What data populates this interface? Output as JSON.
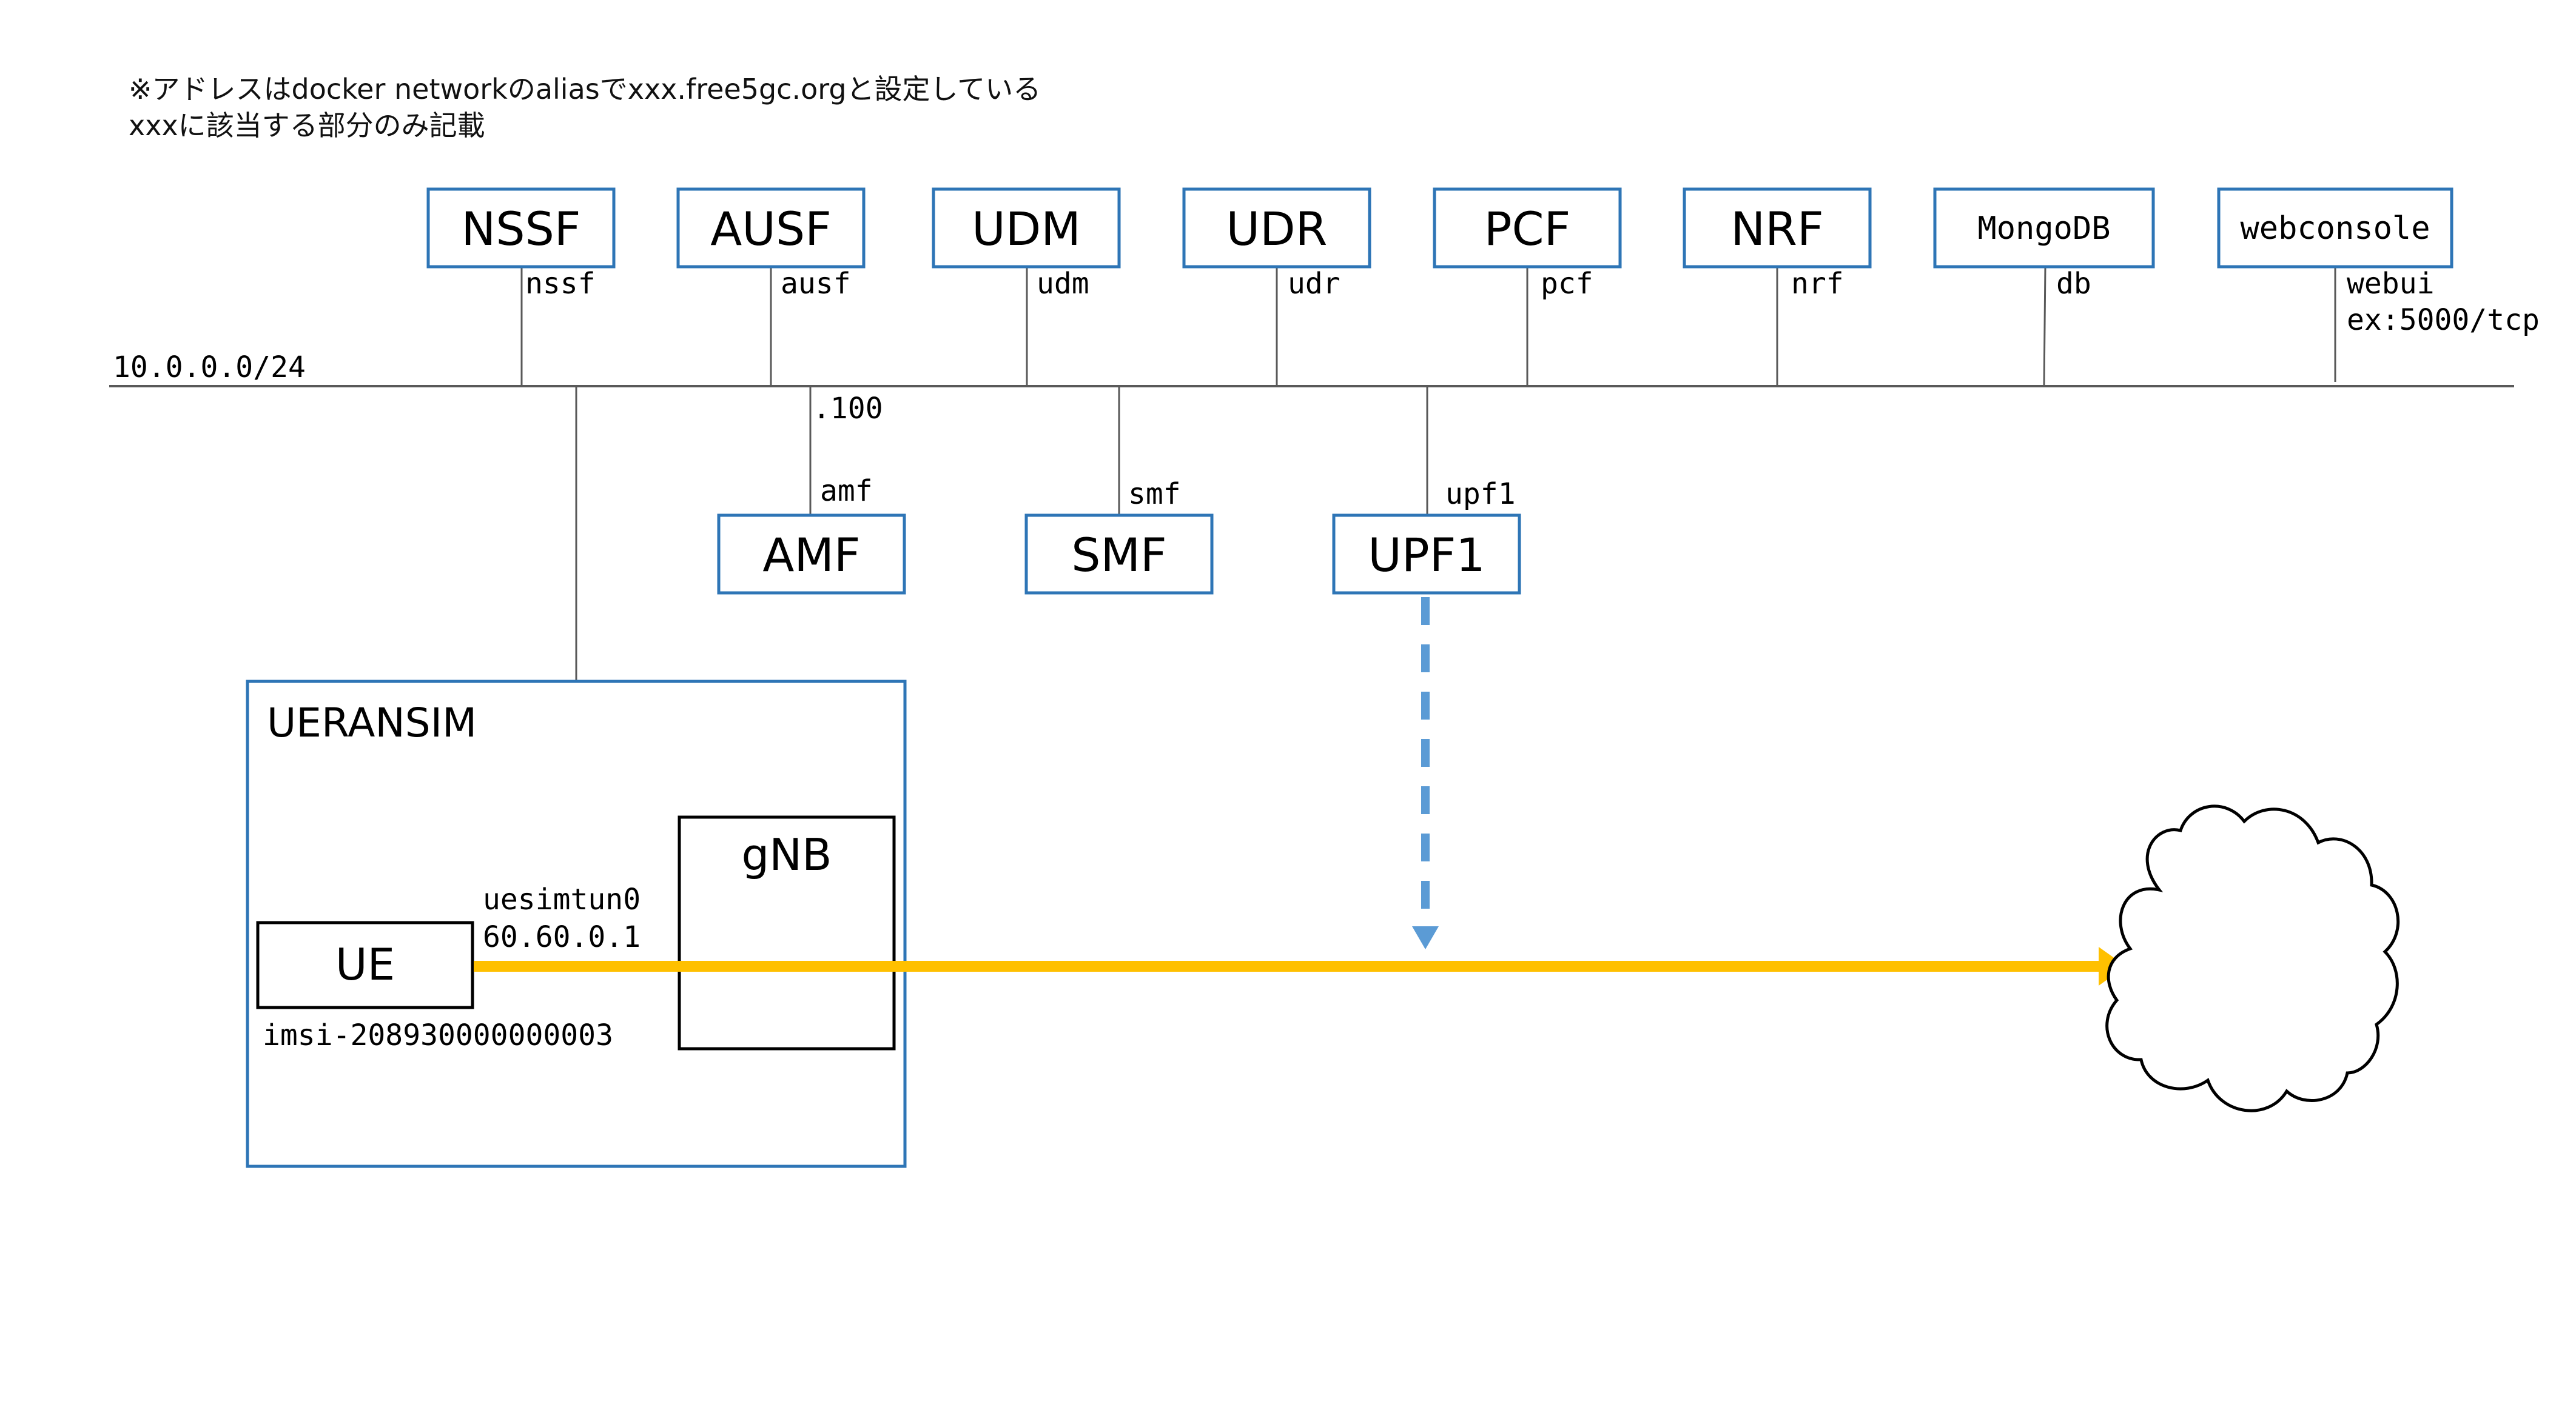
{
  "note": {
    "line1": "※アドレスはdocker networkのaliasでxxx.free5gc.orgと設定している",
    "line2": "xxxに該当する部分のみ記載"
  },
  "network": {
    "label": "10.0.0.0/24"
  },
  "top_nodes": [
    {
      "name": "NSSF",
      "alias": "nssf"
    },
    {
      "name": "AUSF",
      "alias": "ausf"
    },
    {
      "name": "UDM",
      "alias": "udm"
    },
    {
      "name": "UDR",
      "alias": "udr"
    },
    {
      "name": "PCF",
      "alias": "pcf"
    },
    {
      "name": "NRF",
      "alias": "nrf"
    },
    {
      "name": "MongoDB",
      "alias": "db"
    },
    {
      "name": "webconsole",
      "alias": "webui",
      "alias2": "ex:5000/tcp"
    }
  ],
  "bottom_nodes": [
    {
      "name": "AMF",
      "alias": "amf",
      "ip": ".100"
    },
    {
      "name": "SMF",
      "alias": "smf"
    },
    {
      "name": "UPF1",
      "alias": "upf1"
    }
  ],
  "ueransim": {
    "title": "UERANSIM",
    "gnb": "gNB",
    "ue": "UE",
    "tun_name": "uesimtun0",
    "tun_ip": "60.60.0.1",
    "imsi": "imsi-208930000000003"
  },
  "colors": {
    "box_border": "#2E75B6",
    "line": "#595959",
    "arrow_data": "#FFC000",
    "arrow_dashed": "#5B9BD5"
  }
}
